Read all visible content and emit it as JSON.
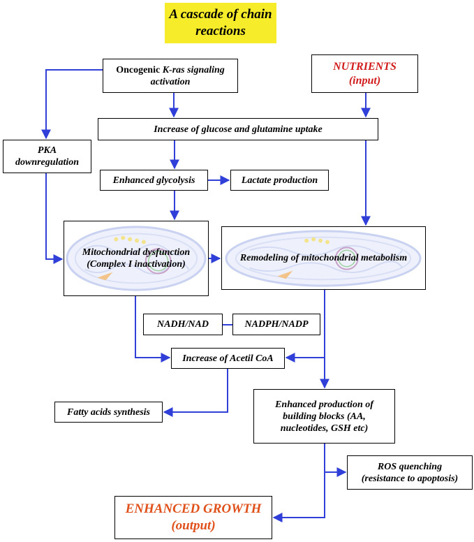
{
  "title": {
    "line1": "A cascade of chain",
    "line2": "reactions"
  },
  "nodes": {
    "kras": {
      "line1_pre": "Oncogenic ",
      "line1_em": "K-ras signaling",
      "line2": "activation"
    },
    "nutrients": {
      "line1": "NUTRIENTS",
      "line2": "(input)"
    },
    "uptake": "Increase of glucose and glutamine uptake",
    "pka": {
      "line1": "PKA",
      "line2": "downregulation"
    },
    "glycolysis": "Enhanced glycolysis",
    "lactate": "Lactate production",
    "mito_dysfunction": {
      "line1": "Mitochondrial dysfunction",
      "line2": "(Complex I inactivation)"
    },
    "remodeling": "Remodeling of mitochondrial metabolism",
    "nadh": "NADH/NAD",
    "nadph": "NADPH/NADP",
    "acetil": "Increase of Acetil CoA",
    "fatty": "Fatty acids synthesis",
    "building": {
      "line1": "Enhanced production of",
      "line2": "building blocks (AA,",
      "line3": "nucleotides, GSH etc)"
    },
    "ros": {
      "line1": "ROS quenching",
      "line2": "(resistance to apoptosis)"
    },
    "growth": {
      "line1": "ENHANCED GROWTH",
      "line2": "(output)"
    }
  },
  "colors": {
    "arrow": "#2f3fd8",
    "title_bg": "#f7ec2a",
    "input_text": "#d11a1a",
    "output_text": "#e0501a"
  }
}
